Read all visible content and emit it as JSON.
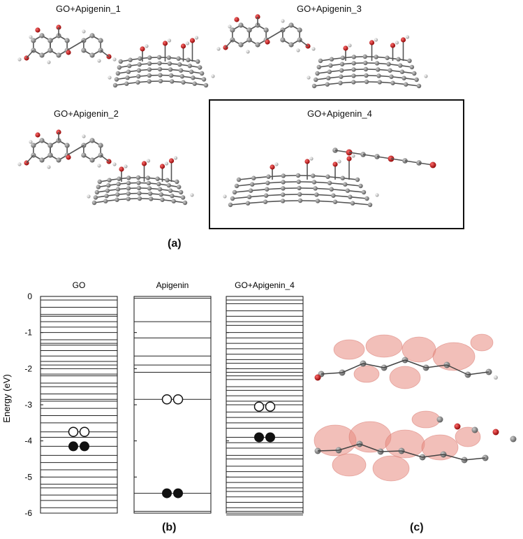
{
  "panel_a": {
    "label": "(a)",
    "structures": [
      {
        "name": "GO+Apigenin_1"
      },
      {
        "name": "GO+Apigenin_3"
      },
      {
        "name": "GO+Apigenin_2"
      },
      {
        "name": "GO+Apigenin_4",
        "highlighted": true
      }
    ]
  },
  "panel_b": {
    "label": "(b)",
    "ylabel": "Energy (eV)",
    "yticks": [
      "0",
      "-1",
      "-2",
      "-3",
      "-4",
      "-5",
      "-6"
    ],
    "columns": [
      {
        "name": "GO",
        "levels": [
          -0.1,
          -0.3,
          -0.5,
          -0.55,
          -0.7,
          -0.85,
          -1.0,
          -1.2,
          -1.3,
          -1.35,
          -1.5,
          -1.65,
          -1.8,
          -1.9,
          -2.0,
          -2.15,
          -2.2,
          -2.4,
          -2.5,
          -2.7,
          -2.85,
          -2.9,
          -3.1,
          -3.3,
          -3.5,
          -3.75,
          -3.9,
          -4.15,
          -4.4,
          -4.6,
          -4.8,
          -5.0,
          -5.2,
          -5.3,
          -5.5,
          -5.65,
          -5.85,
          -6.0
        ],
        "lumo": -3.75,
        "homo": -4.15
      },
      {
        "name": "Apigenin",
        "levels": [
          -0.05,
          -0.7,
          -1.15,
          -1.65,
          -1.9,
          -2.1,
          -2.85,
          -5.45,
          -5.95
        ],
        "lumo": -2.85,
        "homo": -5.45
      },
      {
        "name": "GO+Apigenin_4",
        "levels": [
          -0.1,
          -0.2,
          -0.4,
          -0.55,
          -0.7,
          -0.8,
          -1.0,
          -1.15,
          -1.3,
          -1.45,
          -1.6,
          -1.75,
          -1.85,
          -2.0,
          -2.1,
          -2.2,
          -2.3,
          -2.5,
          -2.6,
          -2.75,
          -2.9,
          -3.0,
          -3.2,
          -3.35,
          -3.5,
          -3.65,
          -3.9,
          -4.05,
          -4.2,
          -4.4,
          -4.5,
          -4.7,
          -4.85,
          -5.0,
          -5.15,
          -5.3,
          -5.4,
          -5.55,
          -5.7,
          -5.85,
          -5.95,
          -6.05
        ],
        "lumo": -3.05,
        "homo": -3.9
      }
    ]
  },
  "panel_c": {
    "label": "(c)"
  },
  "colors": {
    "carbon": "#8a8a8a",
    "oxygen": "#c81e1e",
    "hydrogen": "#e6e6e6",
    "orbital": "#e88a80"
  }
}
